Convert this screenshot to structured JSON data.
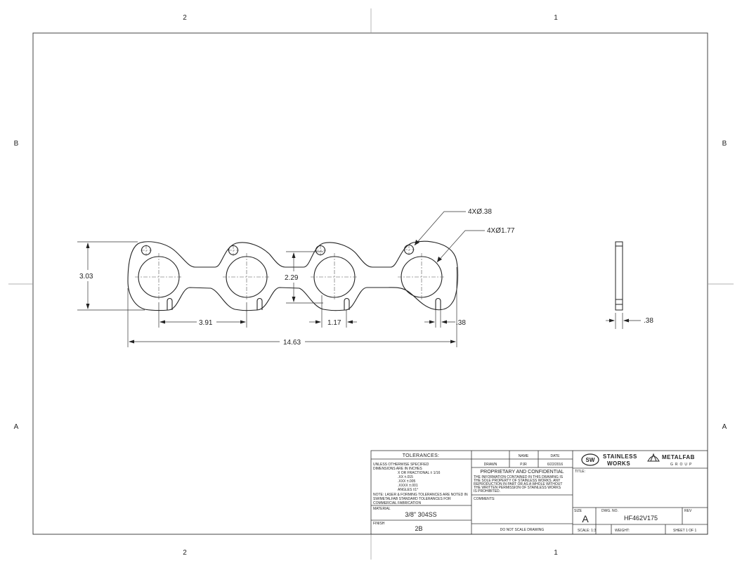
{
  "zones": {
    "top_left": "2",
    "top_right": "1",
    "bottom_left": "2",
    "bottom_right": "1",
    "left_upper": "B",
    "right_upper": "B",
    "left_lower": "A",
    "right_lower": "A"
  },
  "dimensions": {
    "small_hole_callout": "4XØ.38",
    "large_hole_callout": "4XØ1.77",
    "overall_height": "3.03",
    "inner_height": "2.29",
    "port_spacing": "3.91",
    "edge_offset": "1.17",
    "slot_width": ".38",
    "overall_length": "14.63",
    "thickness": ".38"
  },
  "title_block": {
    "tolerances_header": "TOLERANCES:",
    "tolerance_notes": [
      "UNLESS OTHERWISE SPECIFIED",
      "DIMENSIONS ARE IN INCHES",
      "X OR FRACTIONAL   ± 1/16",
      ".XX               ±.015",
      ".XXX              ±.005",
      ".XXXX             ±.001",
      "ANGLES            ±1°",
      "NOTE: LASER & FORMING TOLERANCES ARE NOTED IN",
      "SW/METALFAB STANDARD TOLERANCES FOR",
      "COMMERCIAL FABRICATION"
    ],
    "material_label": "MATERIAL",
    "material_value": "3/8\" 304SS",
    "finish_label": "FINISH",
    "finish_value": "2B",
    "name_header": "NAME",
    "date_header": "DATE",
    "drawn_label": "DRAWN",
    "drawn_name": "PJR",
    "drawn_date": "6/22/2016",
    "proprietary_title": "PROPRIETARY AND CONFIDENTIAL",
    "proprietary_text": [
      "THE INFORMATION CONTAINED IN THIS DRAWING IS",
      "THE SOLE PROPERTY OF STAINLESS WORKS. ANY",
      "REPRODUCTION IN PART OR AS A WHOLE WITHOUT",
      "THE WRITTEN PERMISSION OF STAINLESS WORKS",
      "IS PROHIBITED."
    ],
    "comments_label": "COMMENTS:",
    "do_not_scale": "DO NOT SCALE DRAWING",
    "logo_sw_badge": "SW",
    "logo_sw_line1": "STAINLESS",
    "logo_sw_line2": "WORKS",
    "logo_mf_line1": "METALFAB",
    "logo_mf_line2": "GROUP",
    "title_label": "TITLE:",
    "size_label": "SIZE",
    "size_value": "A",
    "dwg_label": "DWG.  NO.",
    "dwg_value": "HF462V175",
    "rev_label": "REV",
    "scale_label": "SCALE: 1:3",
    "weight_label": "WEIGHT:",
    "sheet_label": "SHEET 1 OF 1"
  },
  "colors": {
    "line": "#222222",
    "center": "#555555",
    "paper": "#ffffff"
  }
}
